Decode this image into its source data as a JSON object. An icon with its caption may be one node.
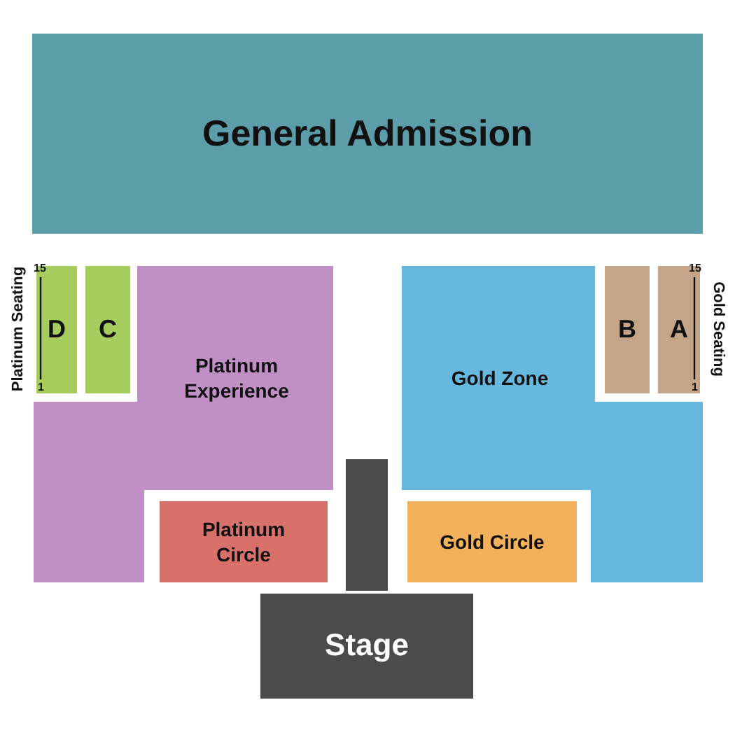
{
  "diagram": {
    "nodes": [
      {
        "text": [
          "General Admission"
        ]
      },
      {
        "text": [
          "D"
        ]
      },
      {
        "text": [
          "C"
        ]
      },
      {
        "text": [
          "Platinum Experience"
        ]
      },
      {
        "text": [
          "Gold Zone"
        ]
      },
      {
        "text": [
          "B"
        ]
      },
      {
        "text": [
          "A"
        ]
      },
      {
        "text": [
          "Platinum Circle"
        ]
      },
      {
        "text": [],
        "shape": "bar"
      },
      {
        "text": [
          "Gold Circle"
        ]
      },
      {
        "text": [
          "Stage"
        ]
      }
    ],
    "edges": [],
    "labels": [
      "Platinum Seating",
      "15",
      "1",
      "15",
      "1",
      "Gold Seating"
    ]
  }
}
